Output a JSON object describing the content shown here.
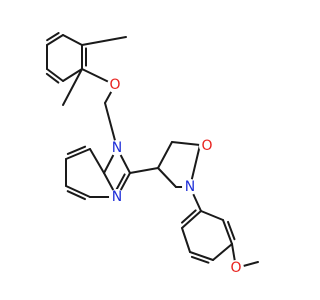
{
  "colors": {
    "bond": "#1a1a1a",
    "oxygen": "#e8211d",
    "nitrogen": "#1f2fd8",
    "background": "#ffffff"
  },
  "molecule": {
    "atoms": [
      {
        "id": "O_ether",
        "element": "oxygen",
        "label": "O"
      },
      {
        "id": "N1",
        "element": "nitrogen",
        "label": "N"
      },
      {
        "id": "N3",
        "element": "nitrogen",
        "label": "N"
      },
      {
        "id": "O_carbonyl",
        "element": "oxygen",
        "label": "O"
      },
      {
        "id": "N_lactam",
        "element": "nitrogen",
        "label": "N"
      },
      {
        "id": "O_methoxy",
        "element": "oxygen",
        "label": "O"
      }
    ]
  }
}
